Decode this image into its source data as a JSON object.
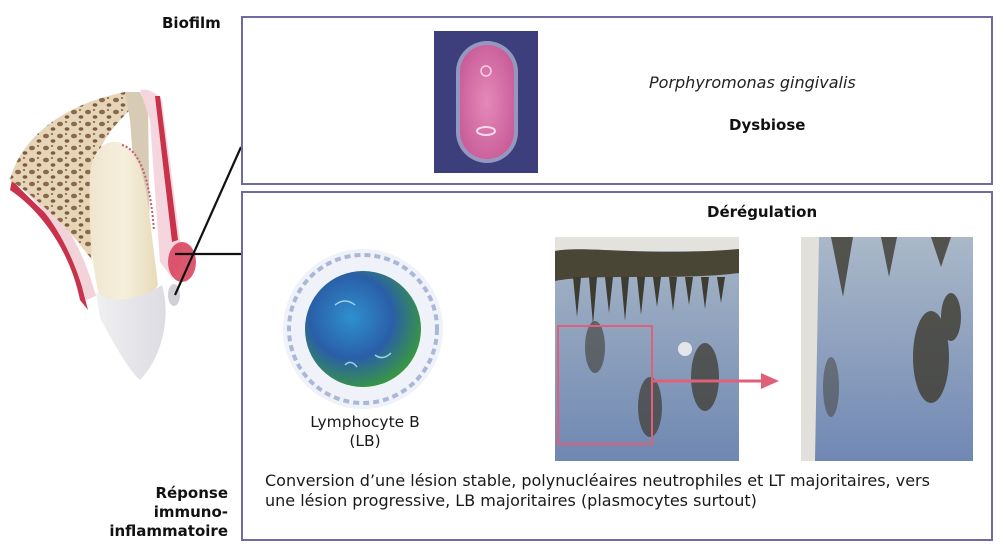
{
  "labels": {
    "biofilm": "Biofilm",
    "response_line1": "Réponse",
    "response_line2": "immuno-",
    "response_line3": "inflammatoire"
  },
  "biofilm_box": {
    "species": "Porphyromonas gingivalis",
    "state": "Dysbiose",
    "image": "bacterium-micrograph"
  },
  "response_box": {
    "title": "Dérégulation",
    "cell_caption_line1": "Lymphocyte B",
    "cell_caption_line2": "(LB)",
    "cell_image": "b-lymphocyte-illustration",
    "histology_images": [
      "histology-overview",
      "histology-zoom"
    ],
    "description": "Conversion d’une lésion stable, polynucléaires neutrophiles et LT majoritaires, vers une lésion progressive, LB majoritaires (plasmocytes surtout)"
  },
  "colors": {
    "box_border": "#6f6aa0",
    "highlight": "#e0607a",
    "gum": "#c8324a",
    "bone": "#e6d5b8"
  }
}
